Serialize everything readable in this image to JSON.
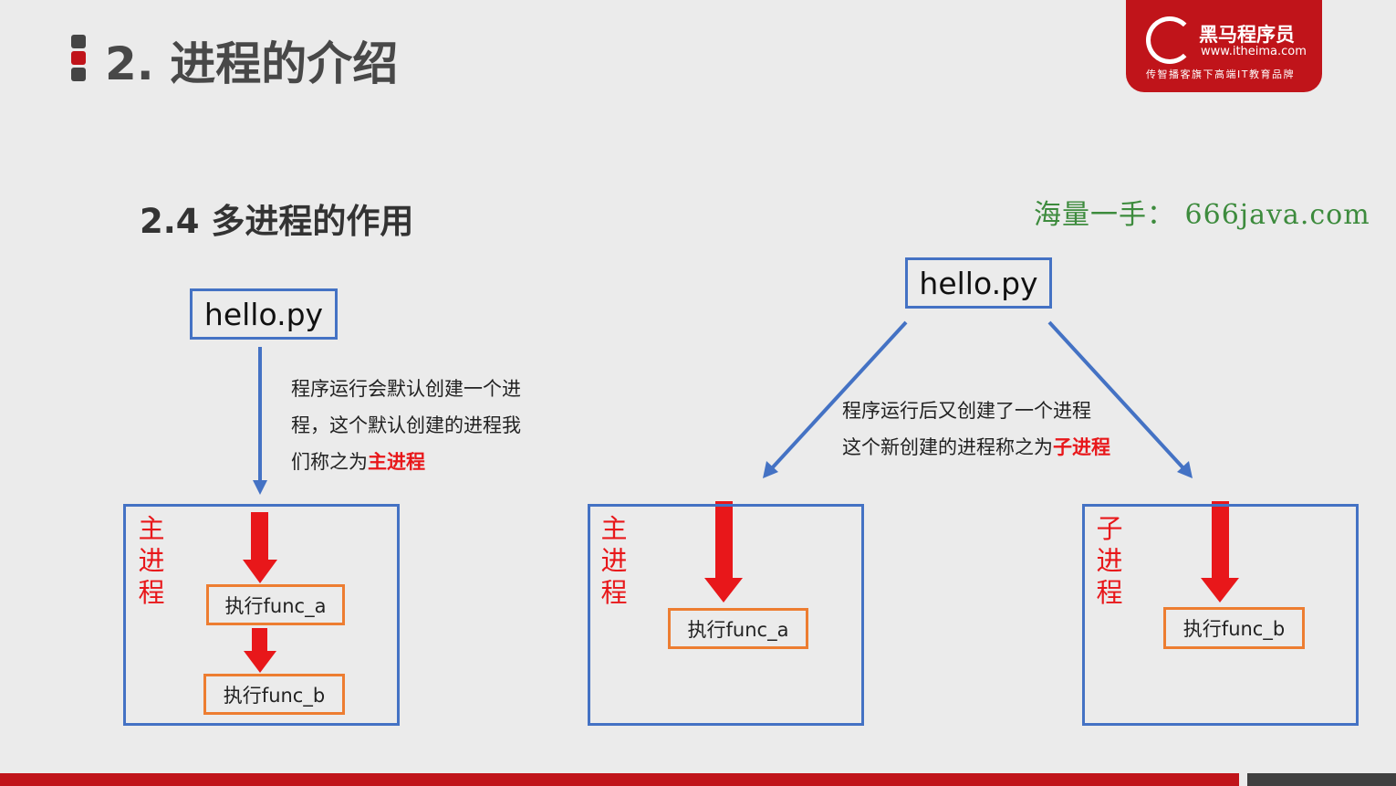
{
  "title": "2. 进程的介绍",
  "logo": {
    "name": "黑马程序员",
    "url": "www.itheima.com",
    "slogan": "传智播客旗下高端IT教育品牌"
  },
  "subtitle": "2.4 多进程的作用",
  "watermark": "海量一手： 666java.com",
  "left": {
    "file": "hello.py",
    "desc_lines": [
      "程序运行会默认创建一个进",
      "程，这个默认创建的进程我",
      "们称之为"
    ],
    "desc_highlight": "主进程",
    "label": [
      "主",
      "进",
      "程"
    ],
    "func_a": "执行func_a",
    "func_b": "执行func_b"
  },
  "right": {
    "file": "hello.py",
    "desc_line1": "程序运行后又创建了一个进程",
    "desc_line2": "这个新创建的进程称之为",
    "desc_highlight": "子进程",
    "main": {
      "label": [
        "主",
        "进",
        "程"
      ],
      "func": "执行func_a"
    },
    "child": {
      "label": [
        "子",
        "进",
        "程"
      ],
      "func": "执行func_b"
    }
  },
  "colors": {
    "brand_red": "#c0141a",
    "blue": "#4472c4",
    "orange": "#ed7d31",
    "arrow_red": "#e8171a"
  }
}
